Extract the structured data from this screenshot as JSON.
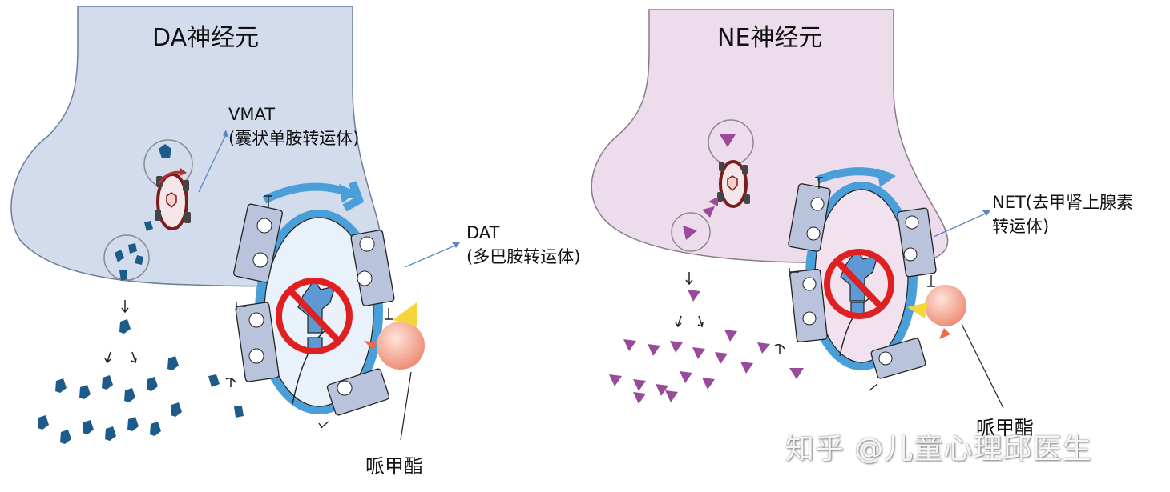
{
  "panels": {
    "da": {
      "title": "DA神经元",
      "vmat_name": "VMAT",
      "vmat_desc": "(囊状单胺转运体)",
      "transporter_name": "DAT",
      "transporter_desc": "(多巴胺转运体)",
      "drug": "哌甲酯",
      "colors": {
        "neuron": "#d3dcec",
        "molecule": "#1d5c8a"
      }
    },
    "ne": {
      "title": "NE神经元",
      "transporter_name": "NET(去甲肾上腺素",
      "transporter_desc": "转运体)",
      "drug": "哌甲酯",
      "colors": {
        "neuron": "#eddcec",
        "molecule": "#9a4a9a"
      }
    }
  },
  "watermark": "知乎 @儿童心理邱医生",
  "colors": {
    "arrow": "#4a9fd8",
    "prohibition": "#e02020",
    "drug_ball": "#f6b0a0",
    "pointer": "#5b86c4"
  }
}
